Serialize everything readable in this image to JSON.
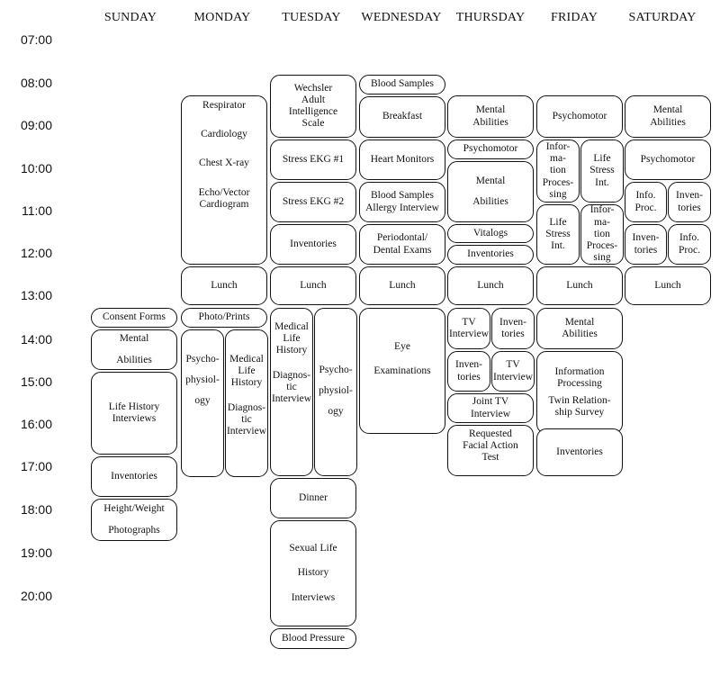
{
  "days": {
    "sunday": "SUNDAY",
    "monday": "MONDAY",
    "tuesday": "TUESDAY",
    "wednesday": "WEDNESDAY",
    "thursday": "THURSDAY",
    "friday": "FRIDAY",
    "saturday": "SATURDAY"
  },
  "times": [
    "07:00",
    "08:00",
    "09:00",
    "10:00",
    "11:00",
    "12:00",
    "13:00",
    "14:00",
    "15:00",
    "16:00",
    "17:00",
    "18:00",
    "19:00",
    "20:00"
  ],
  "sunday": {
    "consent": "Consent Forms",
    "mental_1": "Mental",
    "mental_2": "Abilities",
    "lifehist": "Life History\nInterviews",
    "inventories": "Inventories",
    "hw_1": "Height/Weight",
    "hw_2": "Photographs"
  },
  "monday": {
    "respirator": "Respirator",
    "cardiology": "Cardiology",
    "chest": "Chest  X-ray",
    "echo": "Echo/Vector\nCardiogram",
    "lunch": "Lunch",
    "photo": "Photo/Prints",
    "psych_1": "Psycho-",
    "psych_2": "physiol-",
    "psych_3": "ogy",
    "medhist": "Medical\nLife\nHistory",
    "diag": "Diagnos-\ntic\nInterview"
  },
  "tuesday": {
    "wechsler": "Wechsler\nAdult\nIntelligence\nScale",
    "ekg1": "Stress EKG #1",
    "ekg2": "Stress EKG #2",
    "inventories": "Inventories",
    "lunch": "Lunch",
    "medhist": "Medical\nLife\nHistory",
    "diag": "Diagnos-\ntic\nInterview",
    "psych_1": "Psycho-",
    "psych_2": "physiol-",
    "psych_3": "ogy",
    "dinner": "Dinner",
    "sex_1": "Sexual Life",
    "sex_2": "History",
    "sex_3": "Interviews",
    "bp": "Blood Pressure"
  },
  "wednesday": {
    "blood": "Blood Samples",
    "breakfast": "Breakfast",
    "heart": "Heart Monitors",
    "blood_allergy": "Blood Samples\nAllergy Interview",
    "perio": "Periodontal/\nDental Exams",
    "lunch": "Lunch",
    "eye_1": "Eye",
    "eye_2": "Examinations"
  },
  "thursday": {
    "mental": "Mental\nAbilities",
    "psychomotor": "Psychomotor",
    "mental2_1": "Mental",
    "mental2_2": "Abilities",
    "vitalogs": "Vitalogs",
    "inventories": "Inventories",
    "lunch": "Lunch",
    "tv1": "TV\nInterview",
    "inv2": "Inven-\ntories",
    "inv3": "Inven-\ntories",
    "tv2": "TV\nInterview",
    "joint": "Joint TV\nInterview",
    "facial": "Requested\nFacial Action\nTest"
  },
  "friday": {
    "psychomotor": "Psychomotor",
    "info": "Infor-\nma-\ntion\nProces-\nsing",
    "lifestress": "Life\nStress\nInt.",
    "lifestress2": "Life\nStress\nInt.",
    "info2": "Infor-\nma-\ntion\nProces-\nsing",
    "lunch": "Lunch",
    "mental": "Mental\nAbilities",
    "infoproc": "Information\nProcessing",
    "twin": "Twin Relation-\nship Survey",
    "inventories": "Inventories"
  },
  "saturday": {
    "mental": "Mental\nAbilities",
    "psychomotor": "Psychomotor",
    "infoproc": "Info.\nProc.",
    "inv": "Inven-\ntories",
    "inv2": "Inven-\ntories",
    "infoproc2": "Info.\nProc.",
    "lunch": "Lunch"
  }
}
